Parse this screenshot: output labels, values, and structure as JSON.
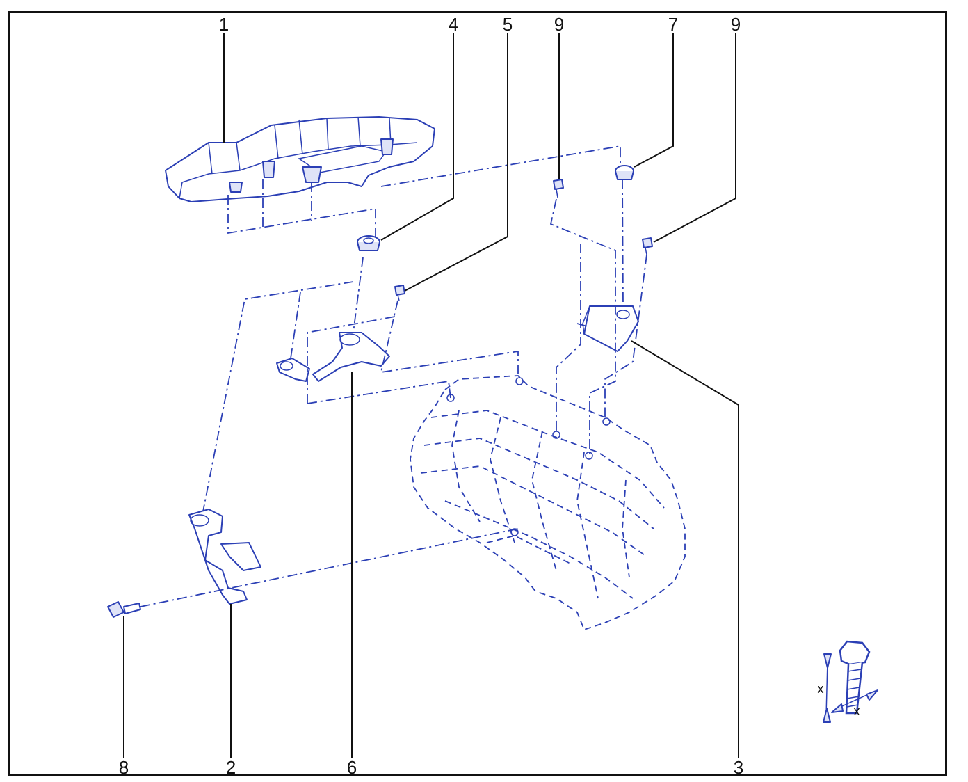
{
  "diagram": {
    "callouts": [
      {
        "id": "1",
        "text": "1"
      },
      {
        "id": "4",
        "text": "4"
      },
      {
        "id": "5",
        "text": "5"
      },
      {
        "id": "9a",
        "text": "9"
      },
      {
        "id": "7",
        "text": "7"
      },
      {
        "id": "9b",
        "text": "9"
      },
      {
        "id": "3",
        "text": "3"
      },
      {
        "id": "6",
        "text": "6"
      },
      {
        "id": "2",
        "text": "2"
      },
      {
        "id": "8",
        "text": "8"
      }
    ],
    "bolt_icon": {
      "dim_length": "x",
      "dim_diameter": "x"
    },
    "colors": {
      "line_art": "#2b3fb5",
      "callout": "#111111",
      "frame": "#111111"
    }
  }
}
